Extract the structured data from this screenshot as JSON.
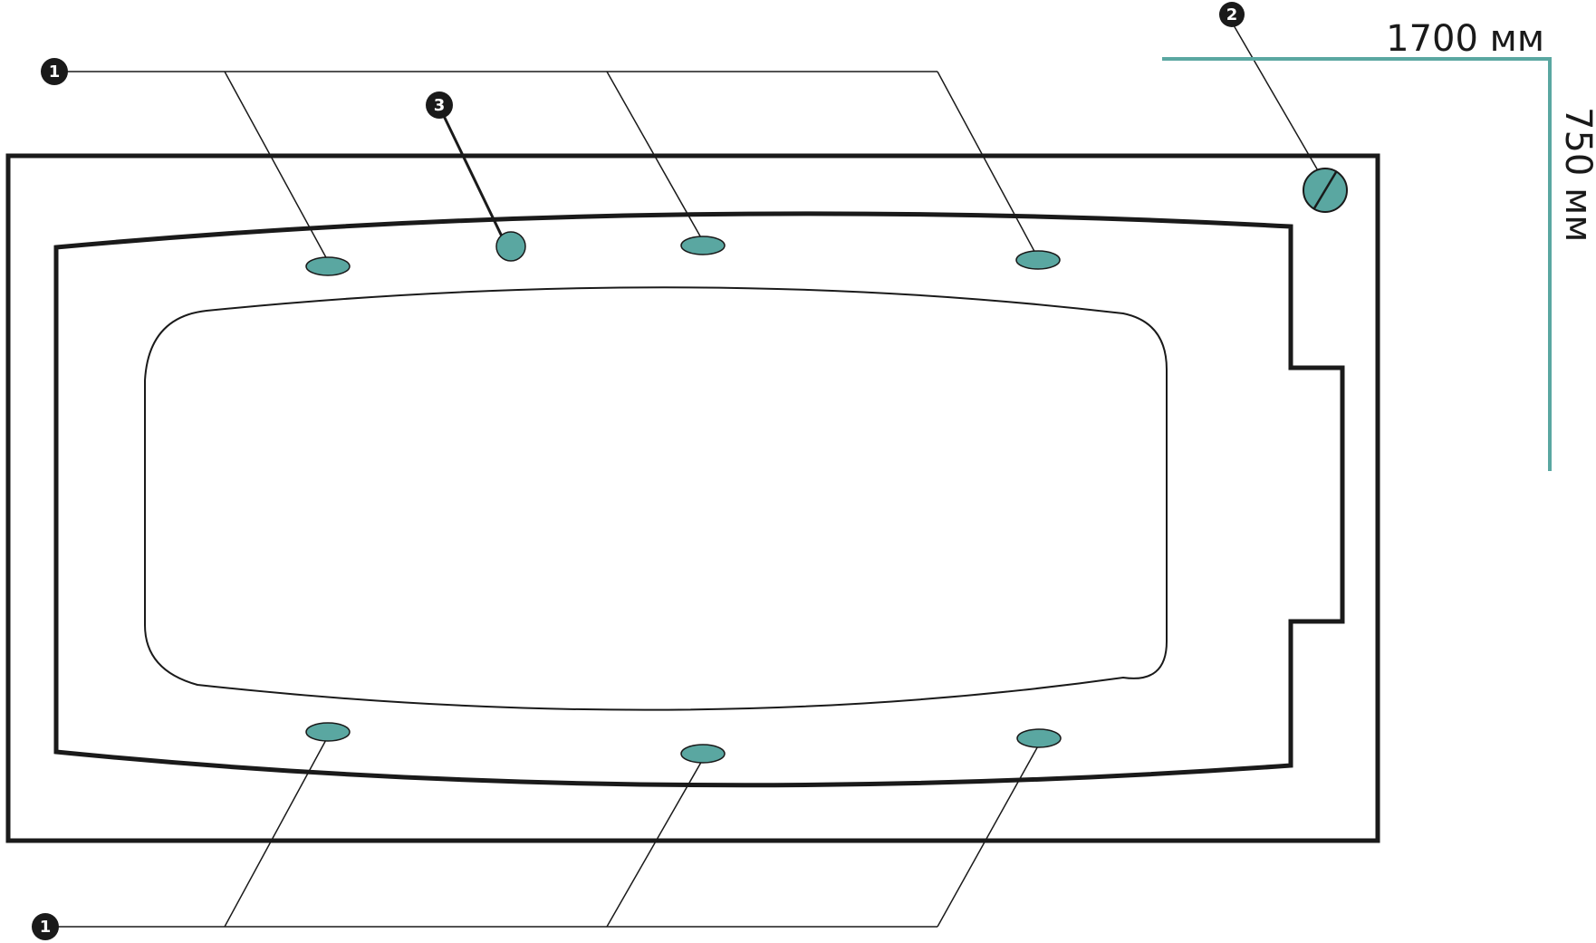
{
  "dimensions": {
    "length": "1700 мм",
    "width": "750 мм"
  },
  "callouts": {
    "jets_top": "1",
    "jets_bottom": "1",
    "drain": "2",
    "air_jet": "3"
  },
  "colors": {
    "outline": "#1a1a1a",
    "accent": "#5aa7a1",
    "dimension_line": "#5aa7a1",
    "background": "#ffffff"
  }
}
